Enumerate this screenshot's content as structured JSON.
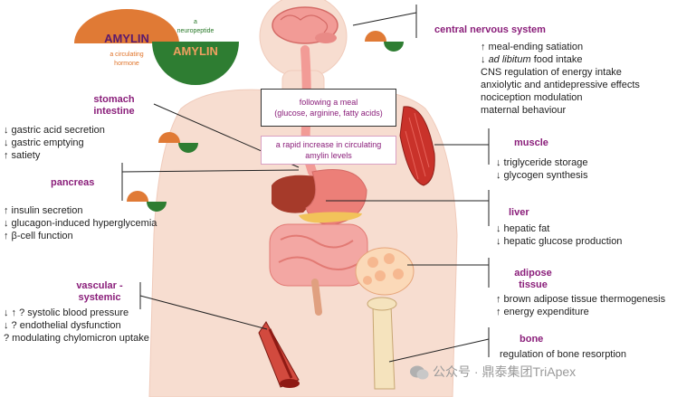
{
  "legend": {
    "hormone_word": "AMYLIN",
    "hormone_caption": "a circulating\nhormone",
    "neuropeptide_word": "AMYLIN",
    "neuropeptide_caption": "a\nneuropeptide"
  },
  "center_boxes": {
    "meal": "following a meal\n(glucose, arginine, fatty acids)",
    "increase": "a rapid increase in circulating\namylin levels"
  },
  "organs": {
    "cns": {
      "title": "central nervous system",
      "effects": [
        "↑ meal-ending satiation",
        "↓ ad libitum food intake",
        "CNS regulation of energy intake",
        "anxiolytic and antidepressive effects",
        "nociception modulation",
        "maternal behaviour"
      ]
    },
    "stomach": {
      "title": "stomach\nintestine",
      "effects": [
        "↓ gastric acid secretion",
        "↓ gastric emptying",
        "↑ satiety"
      ]
    },
    "pancreas": {
      "title": "pancreas",
      "effects": [
        "↑ insulin secretion",
        "↓ glucagon-induced hyperglycemia",
        "↑ β-cell function"
      ]
    },
    "vascular": {
      "title": "vascular -\nsystemic",
      "effects": [
        "↓ ↑ ? systolic blood pressure",
        "↓ ? endothelial dysfunction",
        "? modulating chylomicron uptake"
      ]
    },
    "muscle": {
      "title": "muscle",
      "effects": [
        "↓ triglyceride storage",
        "↓ glycogen synthesis"
      ]
    },
    "liver": {
      "title": "liver",
      "effects": [
        "↓ hepatic fat",
        "↓ hepatic glucose production"
      ]
    },
    "adipose": {
      "title": "adipose\ntissue",
      "effects": [
        "↑ brown adipose tissue thermogenesis",
        "↑ energy expenditure"
      ]
    },
    "bone": {
      "title": "bone",
      "effects": [
        "regulation of bone resorption"
      ]
    }
  },
  "watermark": "公众号 · 鼎泰集团TriApex",
  "colors": {
    "title": "#8a1e7a",
    "hormone": "#e07a35",
    "neuropeptide": "#2e7d32",
    "skin": "#f7ddd0",
    "organ": "#e8706a"
  }
}
